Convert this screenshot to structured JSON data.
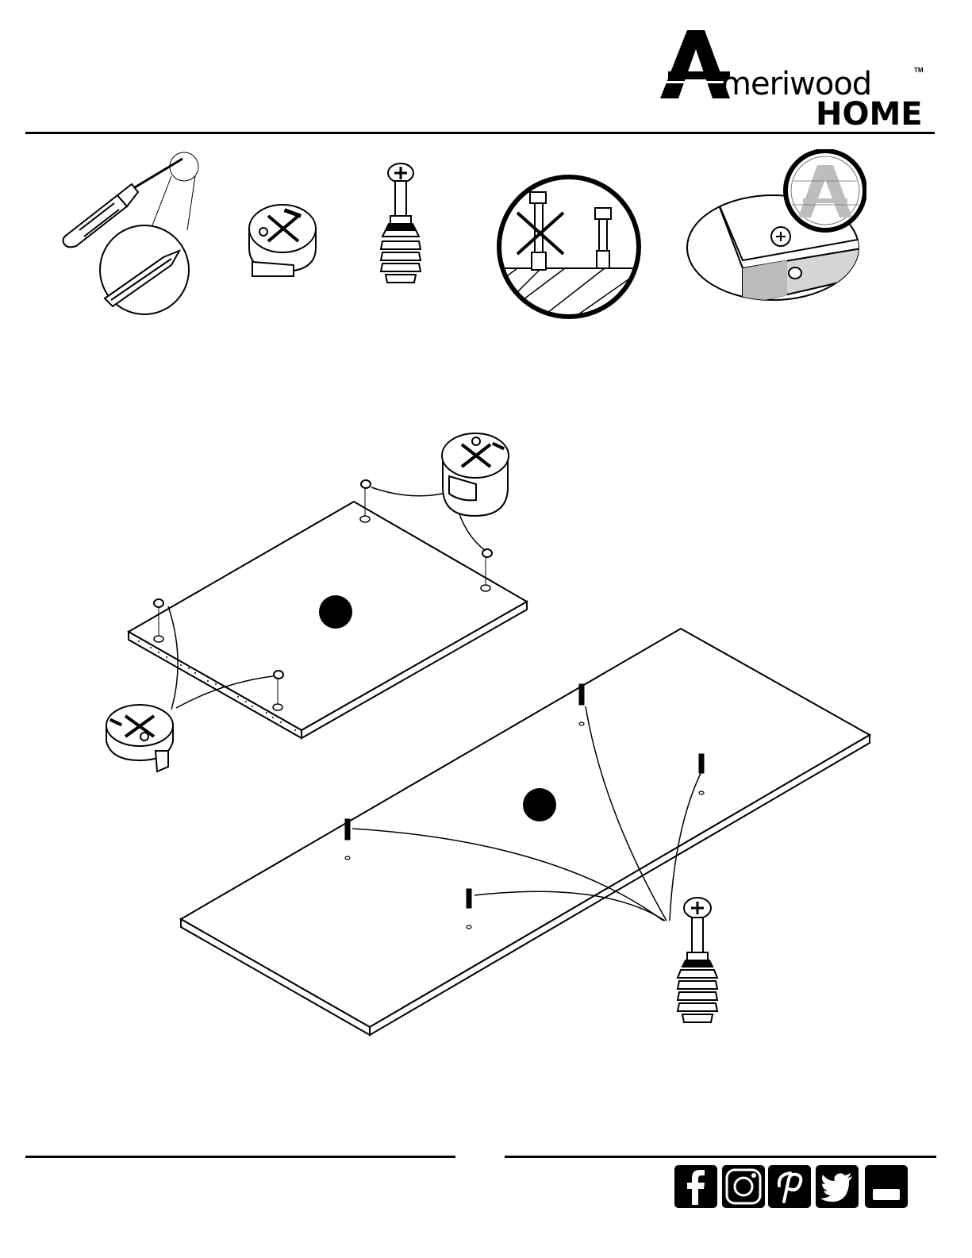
{
  "brand": {
    "initial": "A",
    "word": "meriwood",
    "trademark": "TM",
    "sub": "HOME"
  },
  "tools": [
    {
      "icon": "phillips-screwdriver-icon"
    },
    {
      "icon": "cam-lock-icon"
    },
    {
      "icon": "cam-bolt-icon"
    },
    {
      "icon": "bolt-installation-warning-icon"
    },
    {
      "icon": "panel-edge-hole-detail-icon"
    }
  ],
  "panels": [
    {
      "id": "panel-a",
      "label": ""
    },
    {
      "id": "panel-b",
      "label": ""
    }
  ],
  "social": [
    {
      "icon": "facebook-icon"
    },
    {
      "icon": "instagram-icon"
    },
    {
      "icon": "pinterest-icon"
    },
    {
      "icon": "twitter-icon"
    },
    {
      "icon": "youtube-icon"
    }
  ]
}
